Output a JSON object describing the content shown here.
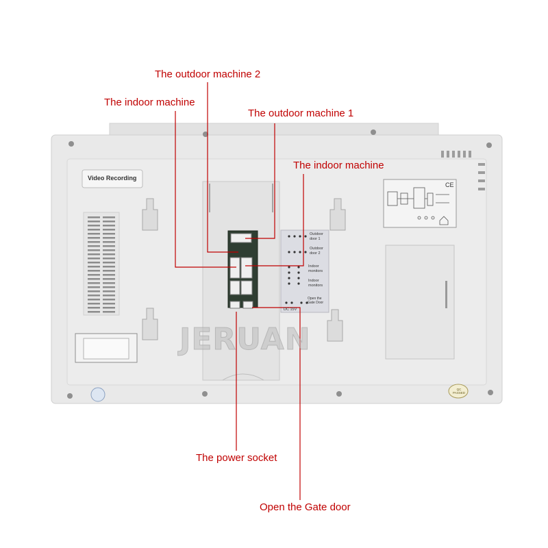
{
  "annotations": {
    "outdoor_machine_2": "The outdoor machine 2",
    "indoor_machine_a": "The indoor machine",
    "outdoor_machine_1": "The outdoor machine 1",
    "indoor_machine_b": "The indoor machine",
    "power_socket": "The power socket",
    "open_gate_door": "Open the Gate door"
  },
  "device": {
    "panel_label": "Video Recording",
    "terminals": {
      "outdoor_door_1": "Outdoor door 1",
      "outdoor_door_2": "Outdoor door 2",
      "indoor_monitors_1": "Indoor monitors",
      "indoor_monitors_2": "Indoor monitors",
      "dc": "DC 15V",
      "gate": "Open the Gate Door"
    },
    "ce_mark": "CE",
    "qc_sticker": "QC PASSED",
    "watermark": "JERUAN"
  },
  "colors": {
    "annotation": "#c00000",
    "device": "#eeeeee"
  }
}
